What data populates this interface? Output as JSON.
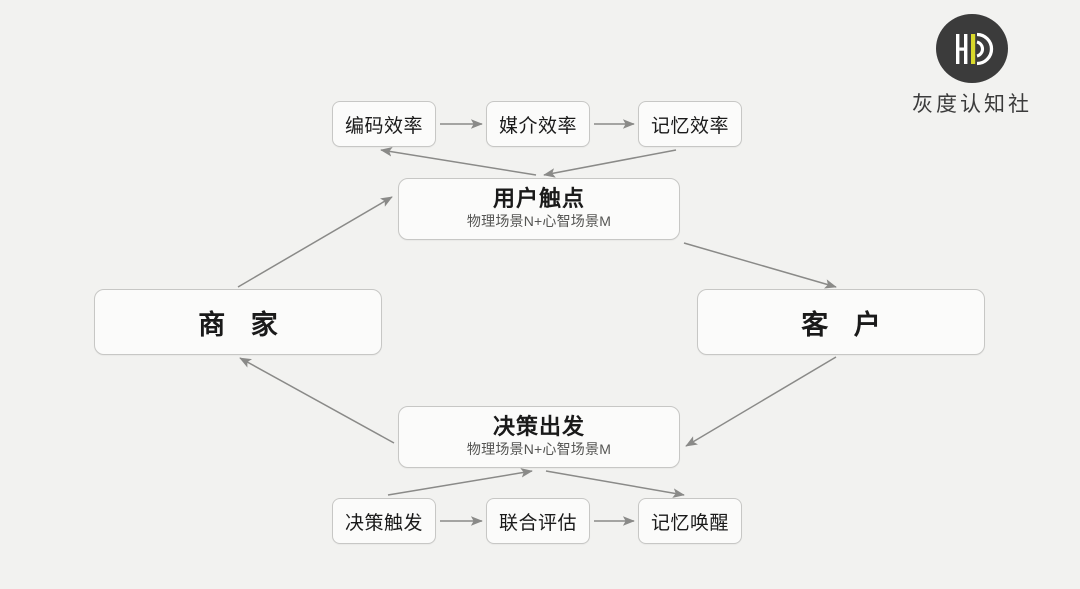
{
  "background_color": "#f2f2f0",
  "node_fill": "#fbfbfa",
  "node_border": "#c7c7c5",
  "edge_color": "#8a8a88",
  "logo": {
    "name": "huidu-cognition-logo",
    "text": "灰度认知社",
    "monogram": "HD",
    "circle_color": "#3b3b3b",
    "accent_color": "#d9d92b",
    "mark_color": "#ffffff"
  },
  "diagram": {
    "type": "flow-diagram",
    "actors": [
      {
        "id": "merchant",
        "label": "商 家"
      },
      {
        "id": "customer",
        "label": "客 户"
      }
    ],
    "stages": [
      {
        "id": "touchpoint",
        "title": "用户触点",
        "subtitle": "物理场景N+心智场景M"
      },
      {
        "id": "decision",
        "title": "决策出发",
        "subtitle": "物理场景N+心智场景M"
      }
    ],
    "top_chain": [
      {
        "id": "encode",
        "label": "编码效率"
      },
      {
        "id": "media",
        "label": "媒介效率"
      },
      {
        "id": "memory",
        "label": "记忆效率"
      }
    ],
    "bottom_chain": [
      {
        "id": "trigger",
        "label": "决策触发"
      },
      {
        "id": "assess",
        "label": "联合评估"
      },
      {
        "id": "recall",
        "label": "记忆唤醒"
      }
    ],
    "edges": [
      {
        "from": "encode",
        "to": "media",
        "style": "arrow"
      },
      {
        "from": "media",
        "to": "memory",
        "style": "arrow"
      },
      {
        "from": "touchpoint",
        "to": "encode",
        "style": "arrow"
      },
      {
        "from": "memory",
        "to": "touchpoint",
        "style": "arrow"
      },
      {
        "from": "merchant",
        "to": "touchpoint",
        "style": "arrow"
      },
      {
        "from": "touchpoint",
        "to": "customer",
        "style": "arrow"
      },
      {
        "from": "customer",
        "to": "decision",
        "style": "arrow"
      },
      {
        "from": "decision",
        "to": "merchant",
        "style": "arrow"
      },
      {
        "from": "trigger",
        "to": "assess",
        "style": "arrow"
      },
      {
        "from": "assess",
        "to": "recall",
        "style": "arrow"
      },
      {
        "from": "trigger",
        "to": "decision",
        "style": "arrow"
      },
      {
        "from": "decision",
        "to": "recall",
        "style": "arrow"
      }
    ]
  }
}
